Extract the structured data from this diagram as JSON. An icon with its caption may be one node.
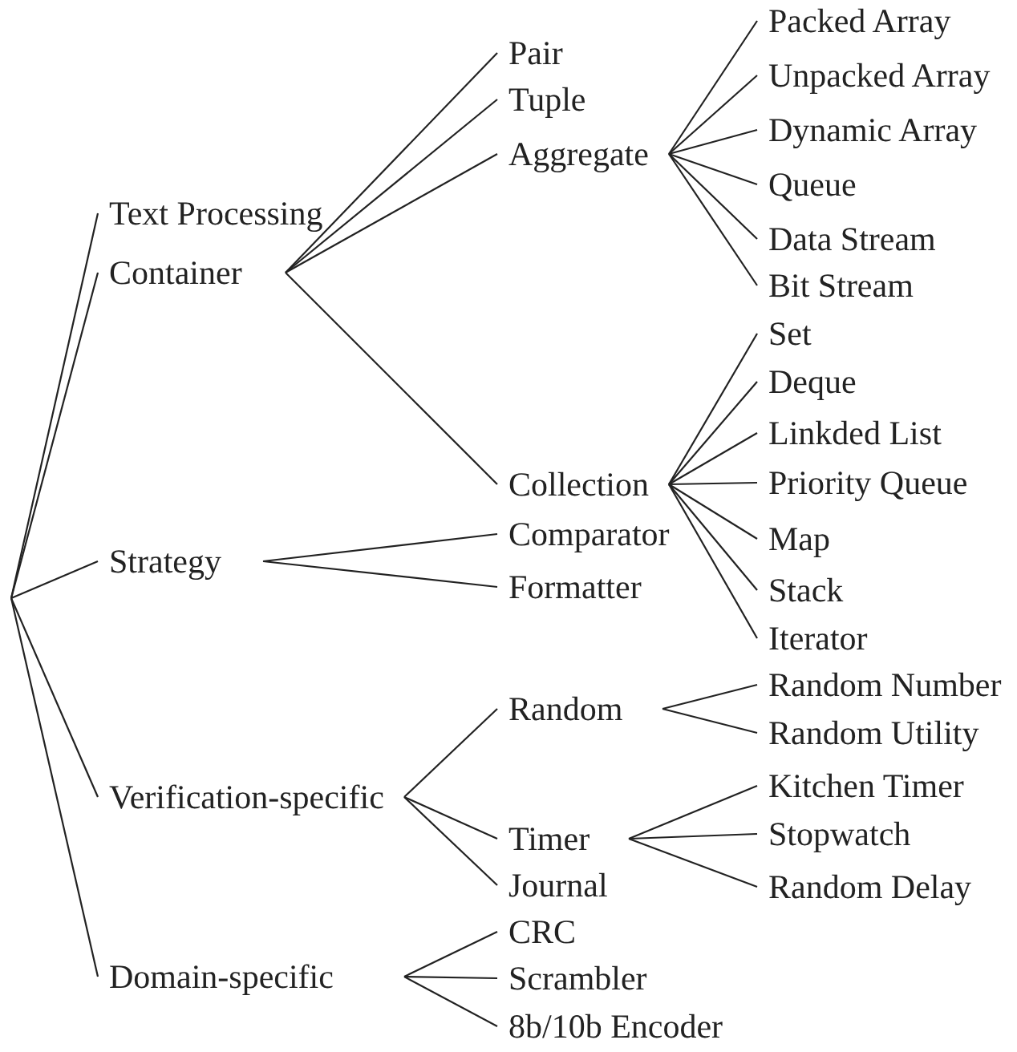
{
  "diagram": {
    "nodes": [
      {
        "text": [
          "Text Processing"
        ]
      },
      {
        "text": [
          "Container"
        ]
      },
      {
        "text": [
          "Pair"
        ]
      },
      {
        "text": [
          "Tuple"
        ]
      },
      {
        "text": [
          "Aggregate"
        ]
      },
      {
        "text": [
          "Packed Array"
        ]
      },
      {
        "text": [
          "Unpacked Array"
        ]
      },
      {
        "text": [
          "Dynamic Array"
        ]
      },
      {
        "text": [
          "Queue"
        ]
      },
      {
        "text": [
          "Data Stream"
        ]
      },
      {
        "text": [
          "Bit Stream"
        ]
      },
      {
        "text": [
          "Collection"
        ]
      },
      {
        "text": [
          "Set"
        ]
      },
      {
        "text": [
          "Deque"
        ]
      },
      {
        "text": [
          "Linkded List"
        ]
      },
      {
        "text": [
          "Priority Queue"
        ]
      },
      {
        "text": [
          "Map"
        ]
      },
      {
        "text": [
          "Stack"
        ]
      },
      {
        "text": [
          "Iterator"
        ]
      },
      {
        "text": [
          "Strategy"
        ]
      },
      {
        "text": [
          "Comparator"
        ]
      },
      {
        "text": [
          "Formatter"
        ]
      },
      {
        "text": [
          "Verification-specific"
        ]
      },
      {
        "text": [
          "Random"
        ]
      },
      {
        "text": [
          "Random Number"
        ]
      },
      {
        "text": [
          "Random Utility"
        ]
      },
      {
        "text": [
          "Timer"
        ]
      },
      {
        "text": [
          "Kitchen Timer"
        ]
      },
      {
        "text": [
          "Stopwatch"
        ]
      },
      {
        "text": [
          "Random Delay"
        ]
      },
      {
        "text": [
          "Journal"
        ]
      },
      {
        "text": [
          "Domain-specific"
        ]
      },
      {
        "text": [
          "CRC"
        ]
      },
      {
        "text": [
          "Scrambler"
        ]
      },
      {
        "text": [
          "8b/10b Encoder"
        ]
      }
    ],
    "edges": [
      {
        "from": null,
        "to": 0,
        "arrow": "none"
      },
      {
        "from": null,
        "to": 1,
        "arrow": "none"
      },
      {
        "from": null,
        "to": 19,
        "arrow": "none"
      },
      {
        "from": null,
        "to": 22,
        "arrow": "none"
      },
      {
        "from": null,
        "to": 31,
        "arrow": "none"
      },
      {
        "from": 1,
        "to": 2,
        "arrow": "none"
      },
      {
        "from": 1,
        "to": 3,
        "arrow": "none"
      },
      {
        "from": 1,
        "to": 4,
        "arrow": "none"
      },
      {
        "from": 1,
        "to": 11,
        "arrow": "none"
      },
      {
        "from": 4,
        "to": 5,
        "arrow": "none"
      },
      {
        "from": 4,
        "to": 6,
        "arrow": "none"
      },
      {
        "from": 4,
        "to": 7,
        "arrow": "none"
      },
      {
        "from": 4,
        "to": 8,
        "arrow": "none"
      },
      {
        "from": 4,
        "to": 9,
        "arrow": "none"
      },
      {
        "from": 4,
        "to": 10,
        "arrow": "none"
      },
      {
        "from": 11,
        "to": 12,
        "arrow": "none"
      },
      {
        "from": 11,
        "to": 13,
        "arrow": "none"
      },
      {
        "from": 11,
        "to": 14,
        "arrow": "none"
      },
      {
        "from": 11,
        "to": 15,
        "arrow": "none"
      },
      {
        "from": 11,
        "to": 16,
        "arrow": "none"
      },
      {
        "from": 11,
        "to": 17,
        "arrow": "none"
      },
      {
        "from": 11,
        "to": 18,
        "arrow": "none"
      },
      {
        "from": 19,
        "to": 20,
        "arrow": "none"
      },
      {
        "from": 19,
        "to": 21,
        "arrow": "none"
      },
      {
        "from": 22,
        "to": 23,
        "arrow": "none"
      },
      {
        "from": 22,
        "to": 26,
        "arrow": "none"
      },
      {
        "from": 22,
        "to": 30,
        "arrow": "none"
      },
      {
        "from": 23,
        "to": 24,
        "arrow": "none"
      },
      {
        "from": 23,
        "to": 25,
        "arrow": "none"
      },
      {
        "from": 26,
        "to": 27,
        "arrow": "none"
      },
      {
        "from": 26,
        "to": 28,
        "arrow": "none"
      },
      {
        "from": 26,
        "to": 29,
        "arrow": "none"
      },
      {
        "from": 31,
        "to": 32,
        "arrow": "none"
      },
      {
        "from": 31,
        "to": 33,
        "arrow": "none"
      },
      {
        "from": 31,
        "to": 34,
        "arrow": "none"
      }
    ]
  }
}
